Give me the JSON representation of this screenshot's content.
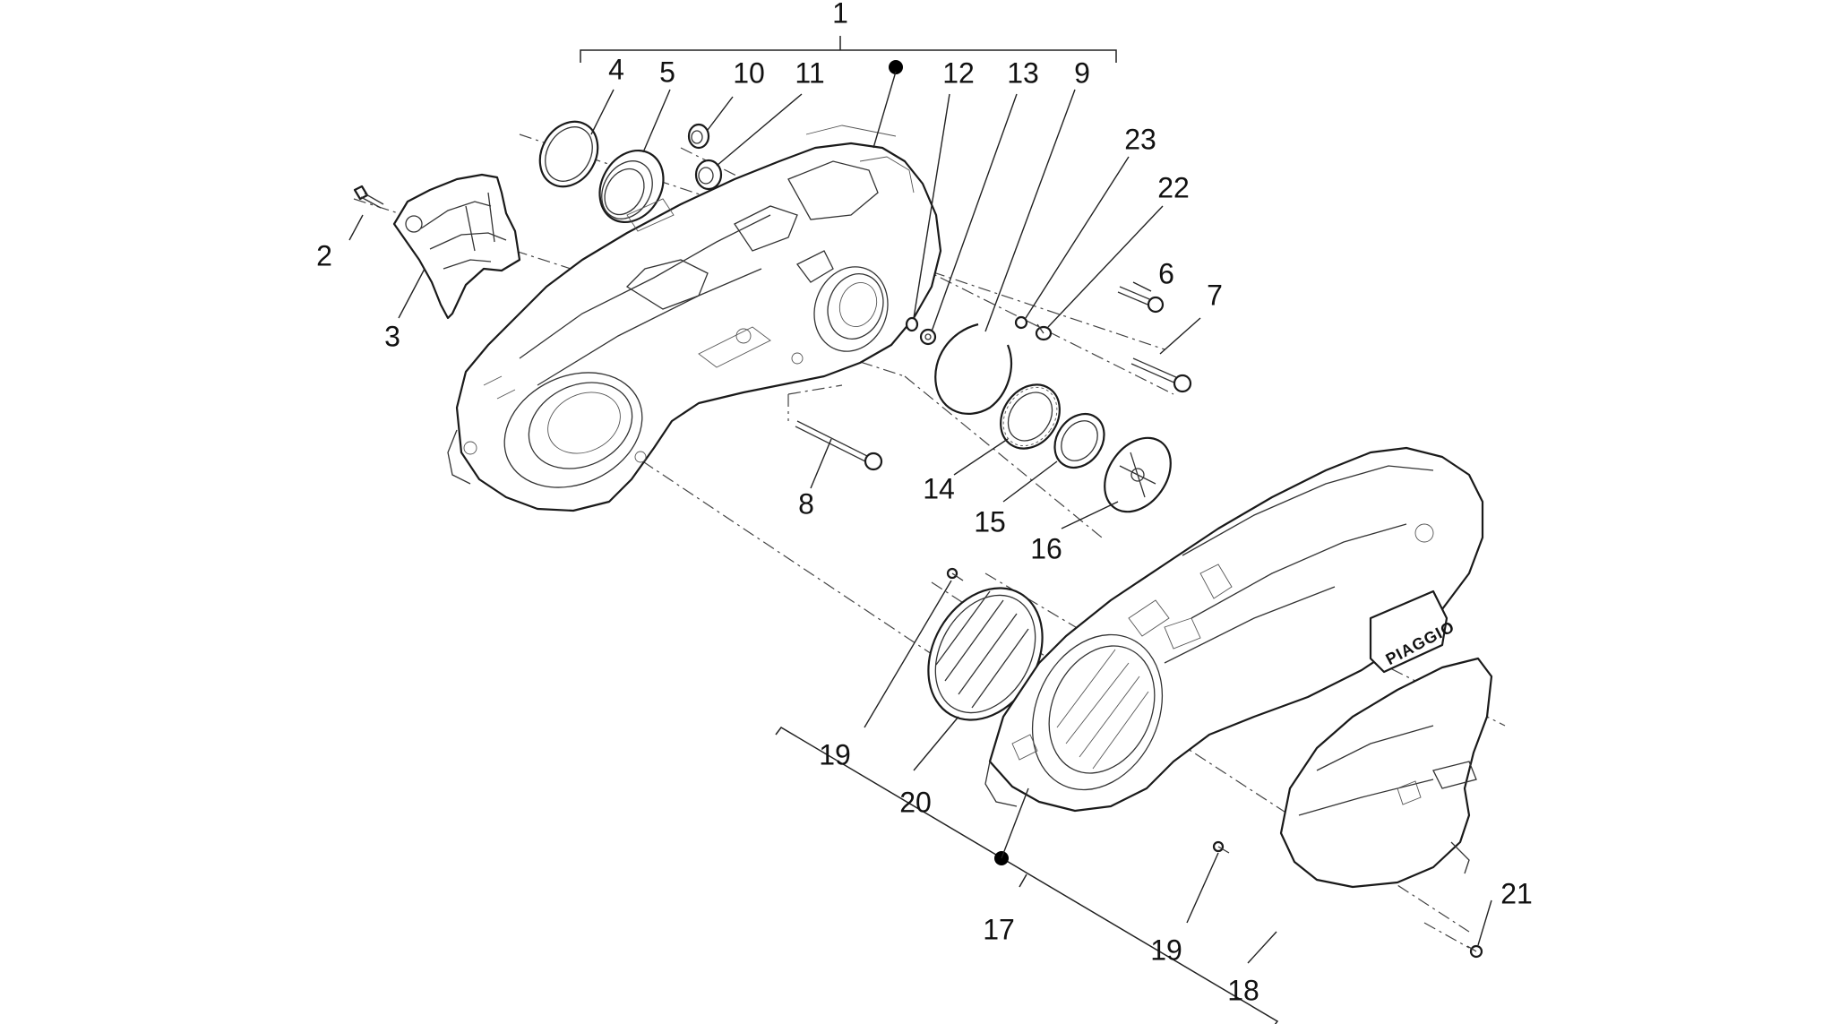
{
  "diagram": {
    "labels": {
      "p1": "1",
      "p2": "2",
      "p3": "3",
      "p4": "4",
      "p5": "5",
      "p6": "6",
      "p7": "7",
      "p8": "8",
      "p9": "9",
      "p10": "10",
      "p11": "11",
      "p12": "12",
      "p13": "13",
      "p14": "14",
      "p15": "15",
      "p16": "16",
      "p17": "17",
      "p18": "18",
      "p19a": "19",
      "p19b": "19",
      "p20": "20",
      "p21": "21",
      "p22": "22",
      "p23": "23"
    },
    "logo_text": "PIAGGIO",
    "line_color": "#1a1a1a",
    "background": "#ffffff"
  }
}
